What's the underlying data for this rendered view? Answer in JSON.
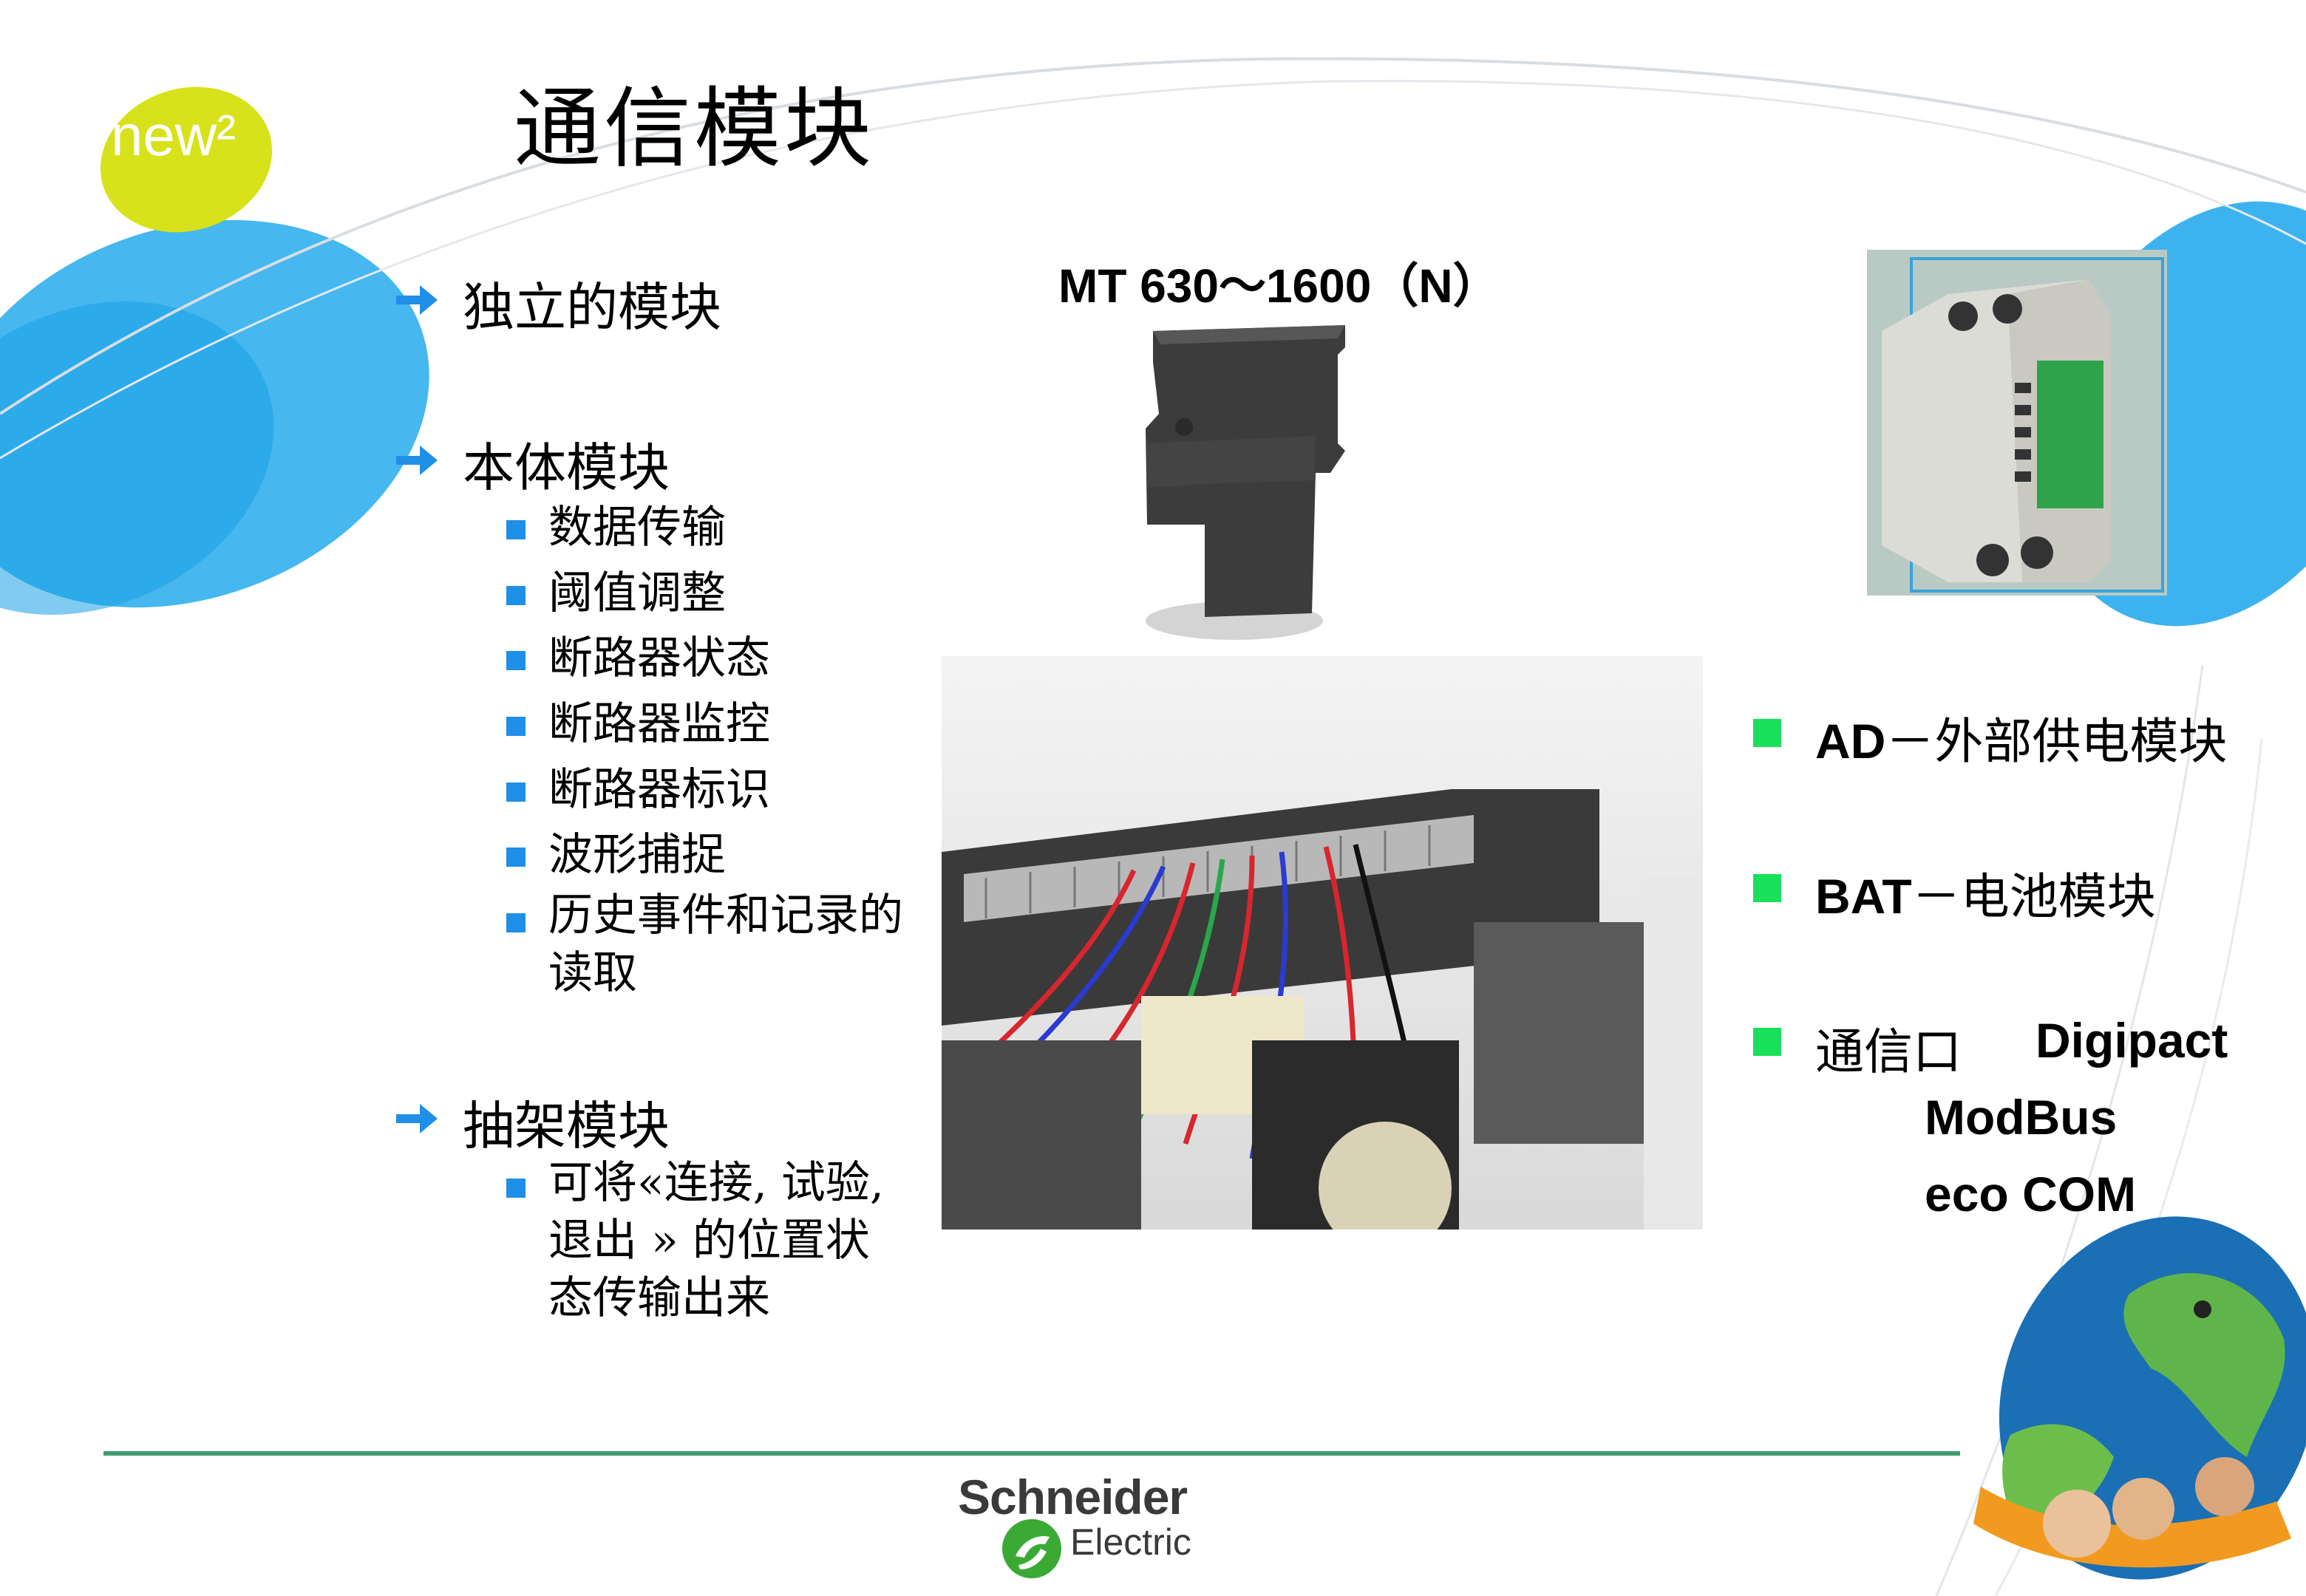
{
  "slide": {
    "title": "通信模块",
    "new_logo": "new²",
    "left_sections": [
      {
        "heading": "独立的模块",
        "items": []
      },
      {
        "heading": "本体模块",
        "items": [
          "数据传输",
          "阈值调整",
          "断路器状态",
          "断路器监控",
          "断路器标识",
          "波形捕捉",
          "历史事件和记录的读取"
        ]
      },
      {
        "heading": "抽架模块",
        "items": [
          "可将«连接, 试验, 退出 » 的位置状态传输出来"
        ]
      }
    ],
    "product_caption": "MT 630～1600（N）",
    "right_items": [
      {
        "code": "AD",
        "text": "－外部供电模块"
      },
      {
        "code": "BAT",
        "text": "－电池模块"
      },
      {
        "label": "通信口",
        "protocols": [
          "Digipact",
          "ModBus",
          "eco COM"
        ]
      }
    ],
    "brand": {
      "name": "Schneider",
      "sub": "Electric"
    },
    "colors": {
      "accent_blue": "#1f8fe8",
      "bullet_green": "#19e05a",
      "footer_green": "#3f9c6e",
      "logo_yellow": "#d7e21a"
    }
  }
}
